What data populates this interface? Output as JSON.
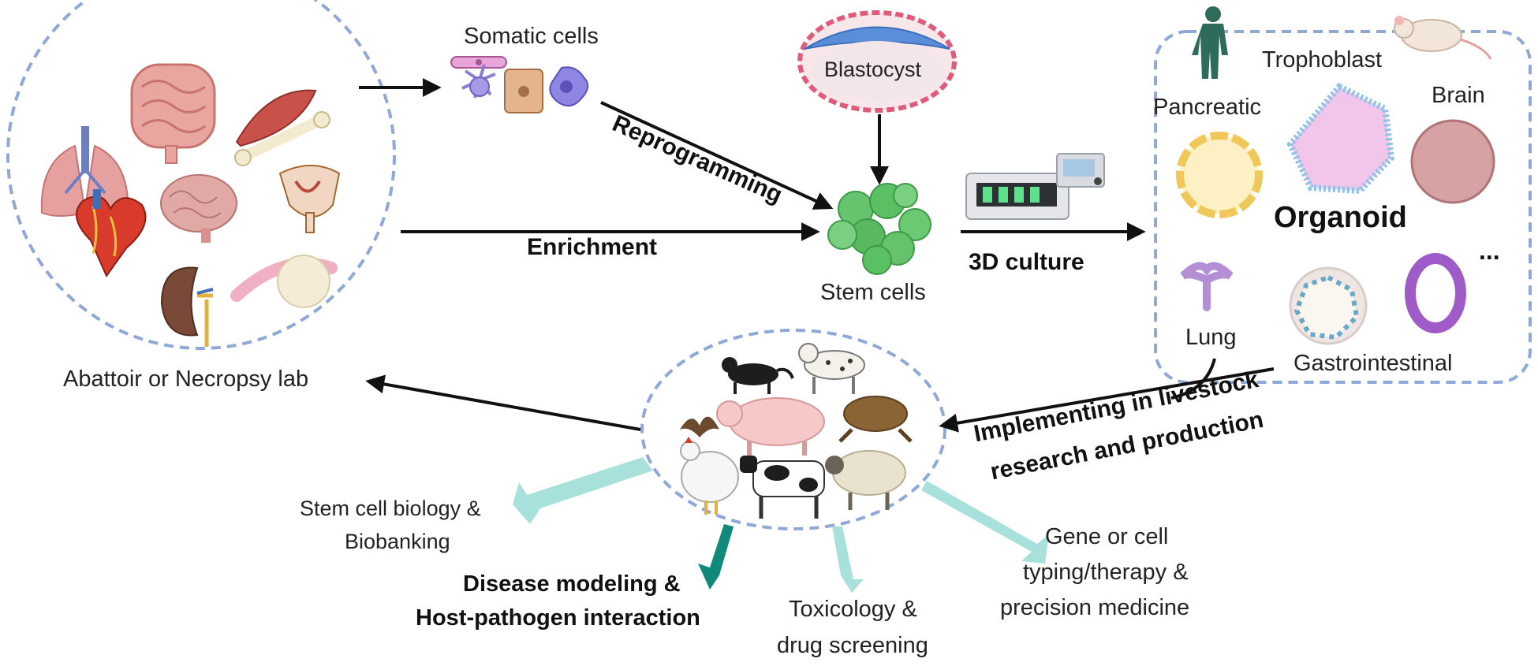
{
  "left_group": {
    "caption": "Abattoir or Necropsy lab"
  },
  "somatic": {
    "label": "Somatic cells"
  },
  "blastocyst": {
    "label": "Blastocyst"
  },
  "stem": {
    "label": "Stem cells"
  },
  "edges": {
    "reprogramming": "Reprogramming",
    "enrichment": "Enrichment",
    "culture": "3D culture",
    "implementing_line1": "Implementing in livestock",
    "implementing_line2": "research and production"
  },
  "organoid": {
    "title": "Organoid",
    "types": {
      "trophoblast": "Trophoblast",
      "pancreatic": "Pancreatic",
      "brain": "Brain",
      "lung": "Lung",
      "gastrointestinal": "Gastrointestinal",
      "more": "..."
    }
  },
  "applications": {
    "stem_line1": "Stem cell biology &",
    "stem_line2": "Biobanking",
    "disease_line1": "Disease modeling &",
    "disease_line2": "Host-pathogen interaction",
    "tox_line1": "Toxicology  &",
    "tox_line2": "drug screening",
    "gene_line1": "Gene or cell",
    "gene_line2": "typing/therapy &",
    "gene_line3": "precision medicine"
  },
  "colors": {
    "dashed_outline": "#8fa8d8",
    "arrow": "#111111",
    "app_arrow_light": "#a8e0dc",
    "app_arrow_dark": "#0f8a7a",
    "stem_cell_green": "#5bbf64"
  }
}
